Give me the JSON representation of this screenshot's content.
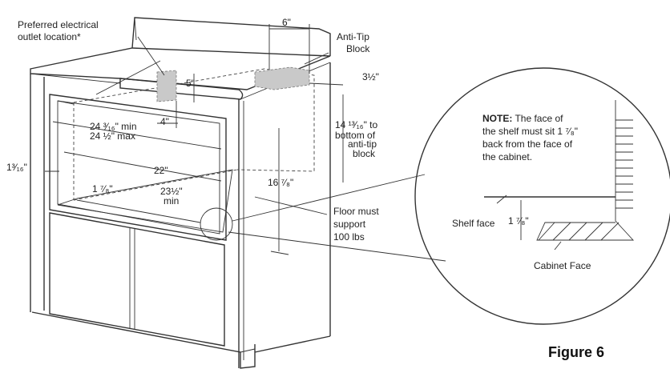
{
  "labels": {
    "outlet": [
      "Preferred electrical",
      "outlet location*"
    ],
    "anti_tip": [
      "Anti-Tip",
      "Block"
    ],
    "dim_6": "6\"",
    "dim_5": "5\"",
    "dim_4": "4\"",
    "dim_3_5": "3½\"",
    "dim_width_min": "24 ³⁄₁₆\" min",
    "dim_width_max": "24 ½\" max",
    "dim_14": [
      "14 ¹³⁄₁₆\" to",
      "bottom of",
      "anti-tip",
      "block"
    ],
    "dim_1_3_16": "1³⁄₁₆\"",
    "dim_22": "22\"",
    "dim_1_7_8": "1 ⁷⁄₈\"",
    "dim_23_5": [
      "23½\"",
      "min"
    ],
    "dim_16_7_8": "16 ⁷⁄₈\"",
    "floor": [
      "Floor must",
      "support",
      "100 lbs"
    ],
    "note_bold": "NOTE:",
    "note": [
      " The face of",
      "the shelf must sit 1 ⁷⁄₈\"",
      "back from the face of",
      "the cabinet."
    ],
    "shelf_face": "Shelf face",
    "detail_dim": "1 ⁷⁄₈\"",
    "cabinet_face": "Cabinet Face",
    "figure": "Figure 6"
  },
  "colors": {
    "line": "#333333",
    "block_fill": "#c9c9c9",
    "background": "#ffffff"
  }
}
